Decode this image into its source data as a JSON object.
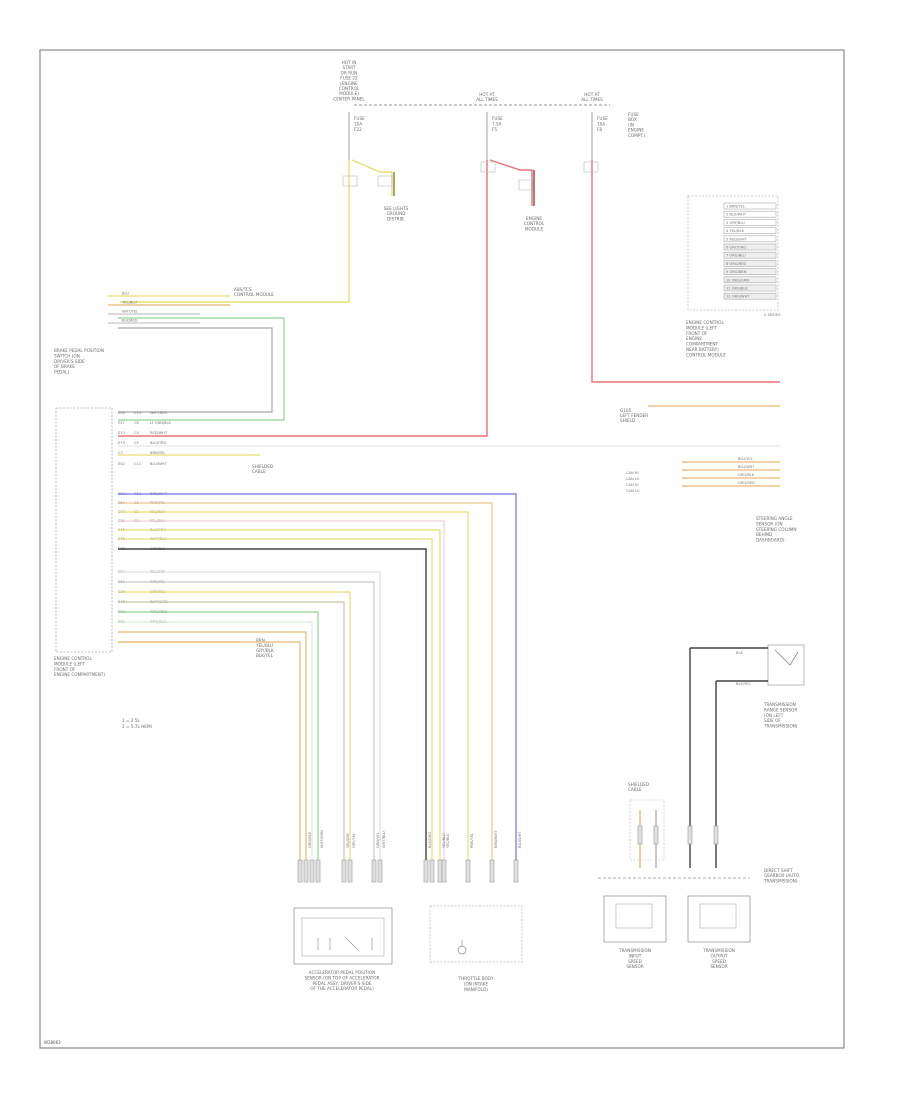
{
  "diagram": {
    "page_code": "W28063",
    "power_sources": {
      "left_label": [
        "HOT IN",
        "START",
        "OR RUN",
        "FUSE 22",
        "(ENGINE",
        "CONTROL",
        "MODULE)",
        "CENTER PANEL"
      ],
      "middle_label": [
        "HOT AT",
        "ALL TIMES"
      ],
      "right_label": [
        "HOT AT",
        "ALL TIMES"
      ],
      "right_side_note": [
        "FUSE",
        "BOX",
        "(IN",
        "ENGINE",
        "COMPT.)"
      ],
      "fuse_left": [
        "FUSE",
        "10A",
        "F22"
      ],
      "fuse_middle": [
        "FUSE",
        "7.5A",
        "F5"
      ],
      "fuse_right": [
        "FUSE",
        "10A",
        "F8"
      ]
    },
    "grounds": {
      "left": [
        "SEE LIGHTS",
        "GROUND",
        "DISTRIB."
      ],
      "middle": [
        "ENGINE",
        "CONTROL",
        "MODULE"
      ]
    },
    "abs_connector": {
      "label": [
        "ABS/TCS",
        "CONTROL MODULE"
      ],
      "wires": [
        "BLU",
        "YEL/BLU",
        "WHT/YEL",
        "BLK/RED"
      ]
    },
    "brake_pedal_switch_label": [
      "BRAKE PEDAL POSITION",
      "SWITCH (ON",
      "DRIVER'S SIDE",
      "OF BRAKE",
      "PEDAL)"
    ],
    "ecm": {
      "label": [
        "ENGINE CONTROL",
        "MODULE (LEFT",
        "FRONT OF",
        "ENGINE COMPARTMENT)"
      ],
      "notes": [
        "1 = 2.5L",
        "2 = 5.7L HEMI"
      ],
      "pin_rows": [
        {
          "pin": "E56",
          "pin2": "C15",
          "wire": "WHT/RED"
        },
        {
          "pin": "E27",
          "pin2": "C6",
          "wire": "LT GRN/BLK"
        },
        {
          "pin": "E10",
          "pin2": "C4",
          "wire": "RED/WHT"
        },
        {
          "pin": "E73",
          "pin2": "C5",
          "wire": "BLU/ORG"
        },
        {
          "pin": "C7",
          "pin2": "",
          "wire": "BRN/YEL"
        },
        {
          "pin": "E52",
          "pin2": "C11",
          "wire": "BLU/WHT"
        },
        {
          "pin": "E22",
          "pin2": "C13",
          "wire": "BRN/WHT"
        },
        {
          "pin": "E64",
          "pin2": "C1",
          "wire": "PNK/YEL"
        },
        {
          "pin": "E47",
          "pin2": "C2",
          "wire": "YEL/BLK"
        },
        {
          "pin": "E25",
          "pin2": "C3",
          "wire": "YEL/BLU"
        },
        {
          "pin": "E46",
          "pin2": "",
          "wire": "BLK/ORG"
        },
        {
          "pin": "E76",
          "pin2": "",
          "wire": "WHT/BLU"
        },
        {
          "pin": "E78",
          "pin2": "",
          "wire": "GRY/BLU"
        },
        {
          "pin": "E24",
          "pin2": "",
          "wire": "YEL/GRY"
        },
        {
          "pin": "E61",
          "pin2": "",
          "wire": "GRY/YEL"
        },
        {
          "pin": "E26",
          "pin2": "",
          "wire": "GRN/YEL"
        },
        {
          "pin": "E48",
          "pin2": "",
          "wire": "WHT/GRN"
        },
        {
          "pin": "E08",
          "pin2": "",
          "wire": "ORG/RED"
        },
        {
          "pin": "E09",
          "pin2": "",
          "wire": "ORG/BLU"
        }
      ],
      "shield_label": [
        "SHIELDED",
        "CABLE"
      ],
      "left_stack": [
        "BRN",
        "YEL/BLU",
        "GRY/BLK",
        "BLK/YEL"
      ]
    },
    "right_module": {
      "label": [
        "ENGINE CONTROL",
        "MODULE (LEFT",
        "FRONT OF",
        "ENGINE",
        "COMPARTMENT",
        "NEAR BATTERY)",
        "CONTROL MODULE"
      ],
      "connector": "X SERIES",
      "pins": [
        "1 BRN/YEL",
        "2 BLU/WHT",
        "3 GRY/BLU",
        "4 YEL/BLK",
        "5 RED/WHT",
        "6 GRY/ORG",
        "7 ORG/BLU",
        "8 ORG/RED",
        "9 ORG/BRN",
        "10 ORG/GRN",
        "11 ORG/BLK",
        "12 ORG/WHT"
      ],
      "ground_label": [
        "G105",
        "LEFT FENDER",
        "SHIELD"
      ]
    },
    "steering_module": {
      "label": [
        "STEERING ANGLE",
        "SENSOR (ON",
        "STEERING COLUMN",
        "BEHIND",
        "DASHBOARD)"
      ],
      "wires": [
        "BLU/YEL",
        "BLU/WHT",
        "ORG/BLK",
        "ORG/RED"
      ],
      "side_labels": [
        "CAN HI",
        "CAN LO",
        "CAN HI",
        "CAN LO"
      ]
    },
    "transmission_range_sensor": {
      "label": [
        "TRANSMISSION",
        "RANGE SENSOR",
        "(ON LEFT",
        "SIDE OF",
        "TRANSMISSION)"
      ],
      "wires": [
        "BLK",
        "BLK/YEL"
      ]
    },
    "shield_label_bottom": [
      "SHIELDED",
      "CABLE"
    ],
    "sensors_bottom": {
      "left": [
        "TRANSMISSION",
        "INPUT",
        "SPEED",
        "SENSOR"
      ],
      "right": [
        "TRANSMISSION",
        "OUTPUT",
        "SPEED",
        "SENSOR"
      ]
    },
    "bottom_right_note": [
      "DIRECT SHIFT",
      "GEARBOX (AUTO",
      "TRANSMISSION)"
    ],
    "accelerator_pedal": {
      "label": [
        "ACCELERATOR PEDAL POSITION",
        "SENSOR (ON TOP OF ACCELERATOR",
        "PEDAL ASSY, DRIVER'S SIDE",
        "OF THE ACCELERATOR PEDAL)"
      ],
      "wires": [
        "ORG/BLK",
        "WHT/GRN",
        "YEL/GRY",
        "GRY/YEL",
        "GRN/YEL",
        "WHT/BLU"
      ]
    },
    "throttle_body": {
      "label": [
        "THROTTLE BODY",
        "(ON INTAKE",
        "MANIFOLD)"
      ],
      "wires": [
        "BLK/ORG",
        "YEL/BLU",
        "YEL/BLK",
        "PNK/YEL",
        "BRN/WHT",
        "BLU/WHT"
      ]
    },
    "colors": {
      "frame": "#8a8a8a",
      "red": "#e8707a",
      "yellow": "#e6e070",
      "green": "#8fd68f",
      "blue": "#7070e8",
      "orange": "#e8b870",
      "grey": "#a8a8a8",
      "black": "#404040",
      "brown": "#a07040"
    }
  }
}
